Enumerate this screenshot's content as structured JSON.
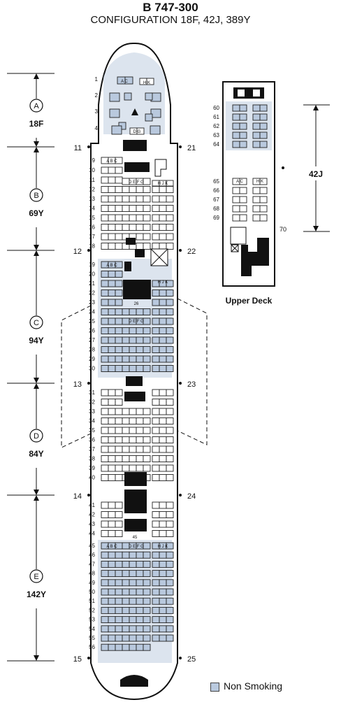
{
  "aircraft": "B 747-300",
  "configuration": "CONFIGURATION 18F, 42J, 389Y",
  "upper_deck_label": "Upper Deck",
  "legend_label": "Non Smoking",
  "non_smoking_color": "#b9c9de",
  "sections": [
    {
      "letter": "A",
      "count": "18F"
    },
    {
      "letter": "B",
      "count": "69Y"
    },
    {
      "letter": "C",
      "count": "94Y"
    },
    {
      "letter": "D",
      "count": "84Y"
    },
    {
      "letter": "E",
      "count": "142Y"
    }
  ],
  "upper_section_count": "42J",
  "door_labels_left": [
    "11",
    "12",
    "13",
    "14",
    "15"
  ],
  "door_labels_right": [
    "21",
    "22",
    "23",
    "24",
    "25"
  ],
  "upper_door_label": "70",
  "upper_rows": [
    "60",
    "61",
    "62",
    "63",
    "64",
    "65",
    "66",
    "67",
    "68",
    "69"
  ],
  "rows": [
    "1",
    "2",
    "3",
    "4",
    "9",
    "10",
    "11",
    "12",
    "13",
    "14",
    "15",
    "16",
    "17",
    "18",
    "19",
    "20",
    "21",
    "22",
    "23",
    "24",
    "25",
    "26",
    "27",
    "28",
    "29",
    "30",
    "31",
    "32",
    "33",
    "34",
    "35",
    "36",
    "37",
    "38",
    "39",
    "40",
    "41",
    "42",
    "43",
    "44",
    "45",
    "46",
    "47",
    "48",
    "49",
    "50",
    "51",
    "52",
    "53",
    "54",
    "55",
    "56"
  ],
  "seat_letters": {
    "first_left": "A C",
    "first_right": "H K",
    "first_row4": "D G",
    "main_left": "A B C",
    "main_center": "D E F G",
    "main_right": "H J K",
    "upper_left": "A C",
    "upper_right": "H K"
  },
  "markers": {
    "row_26_label": "26",
    "row_41_label": "41",
    "row_45_label": "45"
  }
}
